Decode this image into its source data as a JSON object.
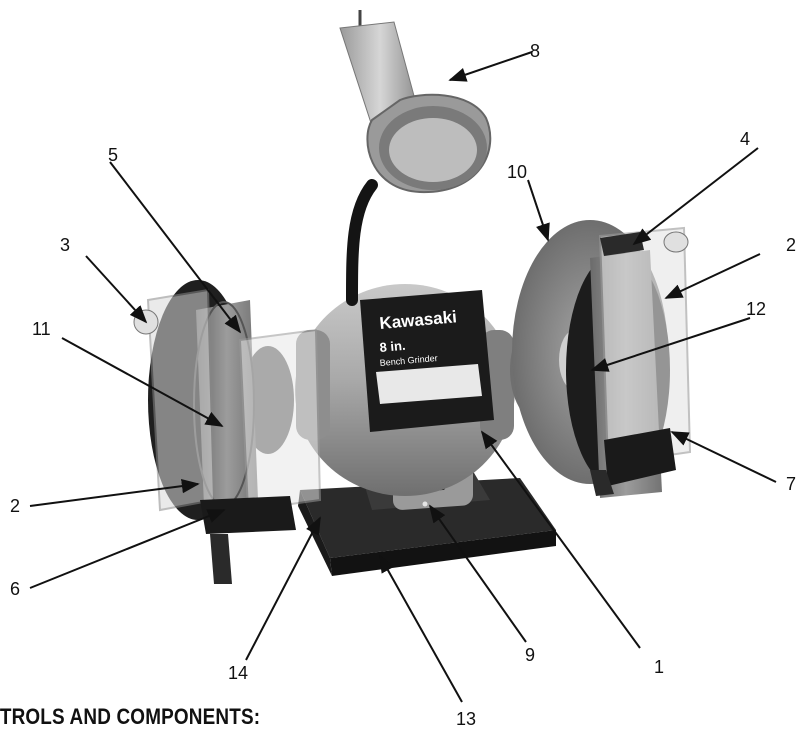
{
  "figure": {
    "callouts": [
      {
        "id": "c1",
        "label": "1"
      },
      {
        "id": "c2a",
        "label": "2"
      },
      {
        "id": "c2b",
        "label": "2"
      },
      {
        "id": "c3",
        "label": "3"
      },
      {
        "id": "c4",
        "label": "4"
      },
      {
        "id": "c5",
        "label": "5"
      },
      {
        "id": "c6",
        "label": "6"
      },
      {
        "id": "c7",
        "label": "7"
      },
      {
        "id": "c8",
        "label": "8"
      },
      {
        "id": "c9",
        "label": "9"
      },
      {
        "id": "c10",
        "label": "10"
      },
      {
        "id": "c11",
        "label": "11"
      },
      {
        "id": "c12",
        "label": "12"
      },
      {
        "id": "c13",
        "label": "13"
      },
      {
        "id": "c14",
        "label": "14"
      }
    ],
    "product_label": {
      "brand": "Kawasaki",
      "model_line_1": "8 in.",
      "model_line_2": "Bench Grinder"
    }
  },
  "section_heading": "NTROLS AND COMPONENTS:",
  "colors": {
    "body_grey": "#a4a4a4",
    "dark": "#1b1b1b",
    "guard_clear": "#e6e6e6",
    "wheel_grey": "#8e8e8e"
  }
}
